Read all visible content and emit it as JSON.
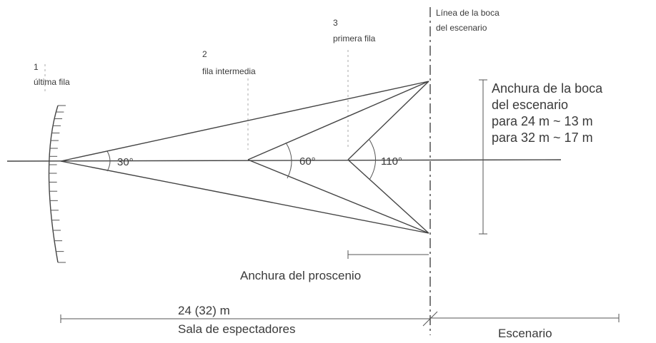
{
  "points": {
    "p1": {
      "num": "1",
      "label": "última fila"
    },
    "p2": {
      "num": "2",
      "label": "fila intermedia"
    },
    "p3": {
      "num": "3",
      "label": "primera fila"
    }
  },
  "angles": {
    "a30": "30°",
    "a60": "60°",
    "a110": "110°"
  },
  "stage_line": {
    "line1": "Línea de la boca",
    "line2": "del escenario"
  },
  "opening_width": {
    "line1": "Anchura de la boca",
    "line2": "del escenario",
    "line3": "para 24 m ~ 13 m",
    "line4": "para 32 m ~ 17 m"
  },
  "proscenium": "Anchura del proscenio",
  "hall": {
    "length": "24 (32) m",
    "name": "Sala de espectadores"
  },
  "stage": "Escenario"
}
